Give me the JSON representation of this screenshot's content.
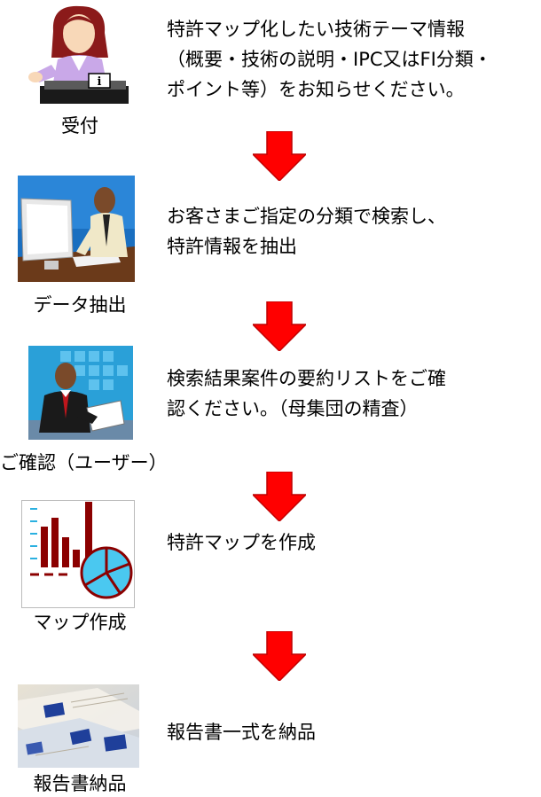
{
  "steps": [
    {
      "label": "受付",
      "icon": "receptionist-icon",
      "lines": [
        "特許マップ化したい技術テーマ情報",
        "（概要・技術の説明・IPC又はFI分類・",
        "ポイント等）をお知らせください。"
      ]
    },
    {
      "label": "データ抽出",
      "icon": "computer-user-icon",
      "lines": [
        "お客さまご指定の分類で検索し、",
        "特許情報を抽出"
      ]
    },
    {
      "label": "ご確認（ユーザー）",
      "icon": "reviewer-icon",
      "lines": [
        "検索結果案件の要約リストをご確",
        "認ください。（母集団の精査）"
      ]
    },
    {
      "label": "マップ作成",
      "icon": "chart-icon",
      "lines": [
        "特許マップを作成"
      ]
    },
    {
      "label": "報告書納品",
      "icon": "documents-icon",
      "lines": [
        "報告書一式を納品"
      ]
    }
  ],
  "colors": {
    "arrow": "#ff0000",
    "arrow_dark": "#c00000"
  }
}
